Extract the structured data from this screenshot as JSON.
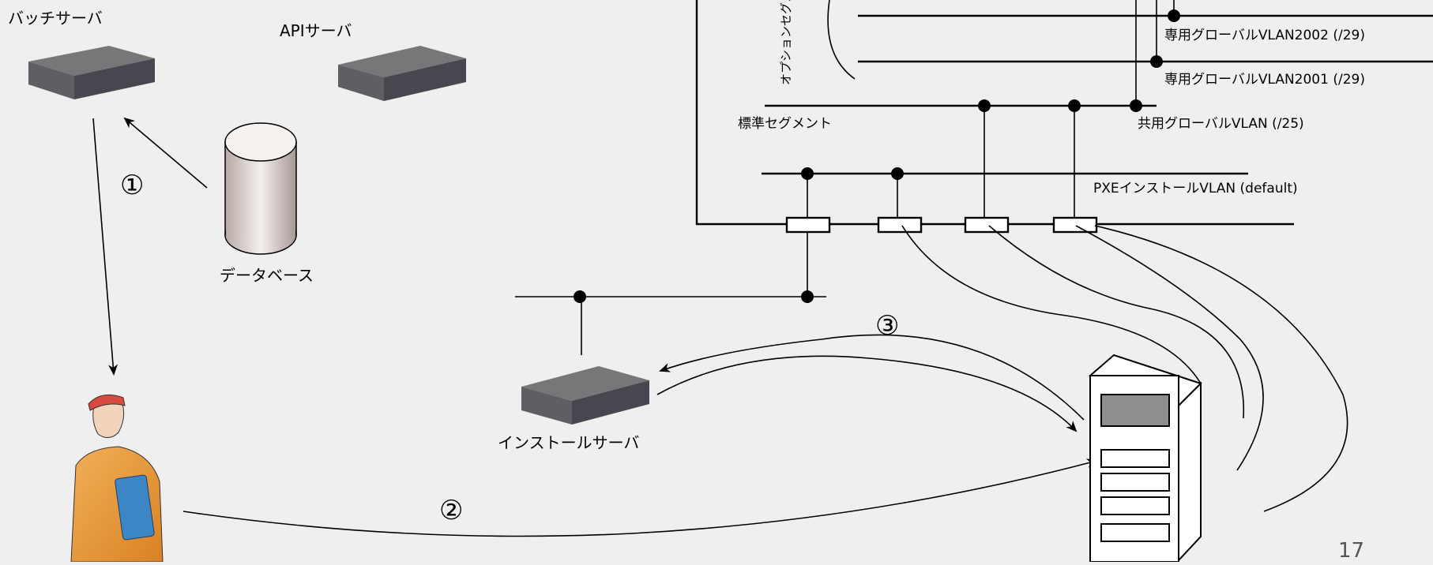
{
  "labels": {
    "batch_server": "バッチサーバ",
    "api_server": "APIサーバ",
    "database": "データベース",
    "install_server": "インストールサーバ",
    "option_segment": "オプションセグメント",
    "standard_segment": "標準セグメント",
    "vlan_2002": "専用グローバルVLAN2002 (/29)",
    "vlan_2001": "専用グローバルVLAN2001 (/29)",
    "shared_vlan": "共用グローバルVLAN (/25)",
    "pxe_vlan": "PXEインストールVLAN (default)"
  },
  "steps": {
    "step1": "①",
    "step2": "②",
    "step3": "③"
  },
  "page_number": "17",
  "colors": {
    "background": "#efefef",
    "line": "#000000",
    "server_top": "#6b6b6d",
    "server_side": "#4a4a52"
  }
}
